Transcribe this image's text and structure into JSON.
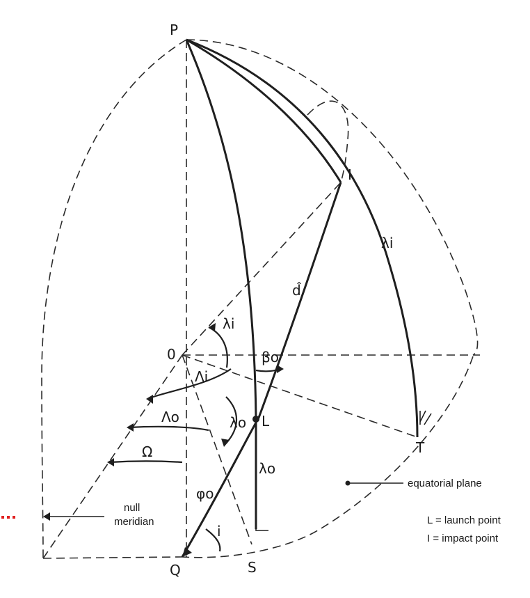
{
  "points": {
    "P": "P",
    "O": "0",
    "Q": "Q",
    "S": "S",
    "T": "T",
    "I": "I",
    "L": "L"
  },
  "angles": {
    "lambda_i": "λi",
    "lambda_o": "λo",
    "Lambda_i": "Λi",
    "Lambda_o": "Λo",
    "beta_o": "βo",
    "omega": "Ω",
    "phi_o": "φo",
    "inclination": "i",
    "distance": "d̂"
  },
  "labels": {
    "equatorial_plane": "equatorial plane",
    "null_meridian_line1": "null",
    "null_meridian_line2": "meridian",
    "legend_launch": "L = launch point",
    "legend_impact": "I = impact point"
  },
  "colors": {
    "ink": "#1f1f1f",
    "marker": "#e02020"
  }
}
